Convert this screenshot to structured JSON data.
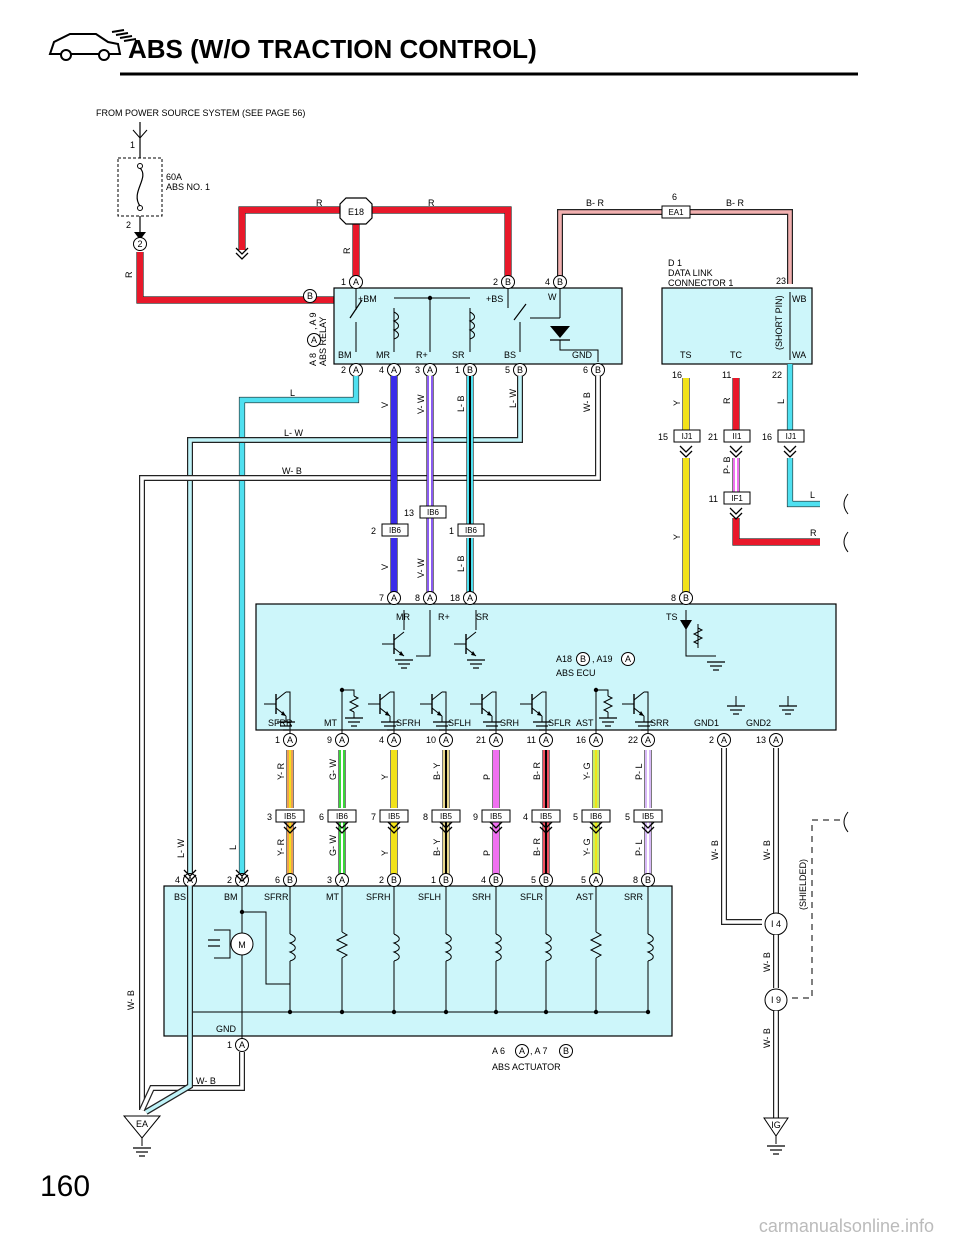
{
  "page": {
    "title": "ABS (W/O TRACTION CONTROL)",
    "page_number": "160",
    "watermark": "carmanualsonline.info",
    "source_note": "FROM POWER SOURCE SYSTEM (SEE PAGE 56)"
  },
  "fuse": {
    "rating": "60A",
    "name": "ABS NO. 1",
    "pin_top": "1",
    "pin_bottom": "2",
    "conn": "2"
  },
  "junctions": {
    "e18": "E18",
    "ea1": "EA1",
    "ea1_pin": "6",
    "i4": "I 4",
    "i9": "I 9",
    "ea": "EA",
    "ig": "IG"
  },
  "relay": {
    "name": "ABS RELAY",
    "code_a": "A 8",
    "code_b": ", A 9",
    "top_labels": [
      "+BM",
      "+BS",
      "W"
    ],
    "bottom_labels": [
      "BM",
      "MR",
      "R+",
      "SR",
      "BS",
      "GND"
    ],
    "top_pins": [
      {
        "n": "1",
        "c": "A"
      },
      {
        "n": "2",
        "c": "B"
      },
      {
        "n": "4",
        "c": "B"
      }
    ],
    "bottom_pins": [
      {
        "n": "2",
        "c": "A"
      },
      {
        "n": "4",
        "c": "A"
      },
      {
        "n": "3",
        "c": "A"
      },
      {
        "n": "1",
        "c": "B"
      },
      {
        "n": "5",
        "c": "B"
      },
      {
        "n": "6",
        "c": "B"
      }
    ],
    "connector_marks": [
      "A",
      "B"
    ]
  },
  "dlc": {
    "id": "D 1",
    "name": "DATA LINK",
    "name2": "CONNECTOR 1",
    "short_pin": "(SHORT PIN)",
    "labels": [
      "TS",
      "TC",
      "WB",
      "WA"
    ],
    "pins": [
      "23",
      "16",
      "11",
      "22"
    ]
  },
  "ecu": {
    "name": "ABS ECU",
    "code": "A18",
    "code2": ", A19",
    "marks": [
      "B",
      "A"
    ],
    "top_labels": [
      "MR",
      "R+",
      "SR",
      "TS"
    ],
    "top_pins": [
      {
        "n": "7",
        "c": "A"
      },
      {
        "n": "8",
        "c": "A"
      },
      {
        "n": "18",
        "c": "A"
      },
      {
        "n": "8",
        "c": "B"
      }
    ],
    "bottom_labels": [
      "SFRR",
      "MT",
      "SFRH",
      "SFLH",
      "SRH",
      "SFLR",
      "AST",
      "SRR",
      "GND1",
      "GND2"
    ],
    "bottom_pins": [
      {
        "n": "1",
        "c": "A"
      },
      {
        "n": "9",
        "c": "A"
      },
      {
        "n": "4",
        "c": "A"
      },
      {
        "n": "10",
        "c": "A"
      },
      {
        "n": "21",
        "c": "A"
      },
      {
        "n": "11",
        "c": "A"
      },
      {
        "n": "16",
        "c": "A"
      },
      {
        "n": "22",
        "c": "A"
      },
      {
        "n": "2",
        "c": "A"
      },
      {
        "n": "13",
        "c": "A"
      }
    ]
  },
  "actuator": {
    "name": "ABS ACTUATOR",
    "code": "A 6",
    "code2": ", A 7",
    "marks": [
      "A",
      "B"
    ],
    "top_labels": [
      "BS",
      "BM",
      "SFRR",
      "MT",
      "SFRH",
      "SFLH",
      "SRH",
      "SFLR",
      "AST",
      "SRR"
    ],
    "top_pins": [
      {
        "n": "4",
        "c": "A"
      },
      {
        "n": "2",
        "c": "A"
      },
      {
        "n": "6",
        "c": "B"
      },
      {
        "n": "3",
        "c": "A"
      },
      {
        "n": "2",
        "c": "B"
      },
      {
        "n": "1",
        "c": "B"
      },
      {
        "n": "4",
        "c": "B"
      },
      {
        "n": "5",
        "c": "B"
      },
      {
        "n": "5",
        "c": "A"
      },
      {
        "n": "8",
        "c": "B"
      }
    ],
    "gnd_label": "GND",
    "gnd_pin": {
      "n": "1",
      "c": "A"
    },
    "motor": "M"
  },
  "inline_connectors": {
    "upper": [
      {
        "pin": "2",
        "id": "IB6"
      },
      {
        "pin": "13",
        "id": "IB6"
      },
      {
        "pin": "1",
        "id": "IB6"
      },
      {
        "pin": "15",
        "id": "IJ1"
      },
      {
        "pin": "21",
        "id": "II1"
      },
      {
        "pin": "16",
        "id": "IJ1"
      },
      {
        "pin": "11",
        "id": "IF1"
      }
    ],
    "lower": [
      {
        "pin": "3",
        "id": "IB5"
      },
      {
        "pin": "6",
        "id": "IB6"
      },
      {
        "pin": "7",
        "id": "IB5"
      },
      {
        "pin": "8",
        "id": "IB5"
      },
      {
        "pin": "9",
        "id": "IB5"
      },
      {
        "pin": "4",
        "id": "IB5"
      },
      {
        "pin": "5",
        "id": "IB6"
      },
      {
        "pin": "5",
        "id": "IB5"
      }
    ]
  },
  "wire_colors": {
    "r": "R",
    "br": "B- R",
    "l": "L",
    "lw": "L- W",
    "wb": "W- B",
    "v": "V",
    "vw": "V- W",
    "lb": "L- B",
    "y": "Y",
    "p_b": "P- B",
    "yr": "Y- R",
    "gw": "G- W",
    "by": "B- Y",
    "p": "P",
    "b_r": "B- R",
    "yg": "Y- G",
    "pl": "P- L",
    "shielded": "(SHIELDED)"
  },
  "colors": {
    "red": "#e8182a",
    "cyan": "#4fe0f0",
    "blue": "#3a2be8",
    "violet": "#8a5cf0",
    "yellow": "#f2e21a",
    "pink": "#f070f0",
    "green": "#38d838",
    "orange": "#f0a050",
    "box": "#cdf6fa"
  }
}
